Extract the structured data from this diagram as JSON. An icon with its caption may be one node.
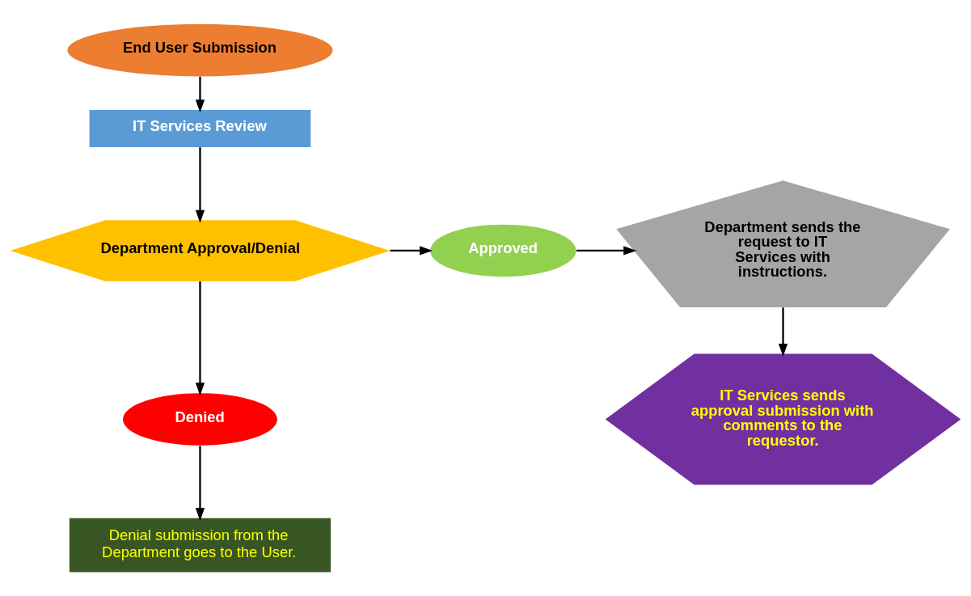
{
  "diagram": {
    "nodes": [
      {
        "text": [
          "End User Submission"
        ]
      },
      {
        "text": [
          "IT Services Review"
        ]
      },
      {
        "text": [
          "Department Approval/Denial"
        ]
      },
      {
        "text": [
          "Approved"
        ]
      },
      {
        "text": [
          "Department sends the request to IT Services with instructions."
        ]
      },
      {
        "text": [
          "Denied"
        ]
      },
      {
        "text": [
          "Denial submission from the Department goes to the User."
        ]
      },
      {
        "text": [
          "IT Services sends approval submission with comments to the requestor."
        ]
      }
    ],
    "edges": [
      {
        "from": 0,
        "to": 1,
        "arrow": "to"
      },
      {
        "from": 1,
        "to": 2,
        "arrow": "to"
      },
      {
        "from": 2,
        "to": 3,
        "arrow": "to"
      },
      {
        "from": 3,
        "to": 4,
        "arrow": "to"
      },
      {
        "from": 2,
        "to": 5,
        "arrow": "to"
      },
      {
        "from": 5,
        "to": 6,
        "arrow": "to"
      },
      {
        "from": 4,
        "to": 7,
        "arrow": "to"
      }
    ]
  }
}
